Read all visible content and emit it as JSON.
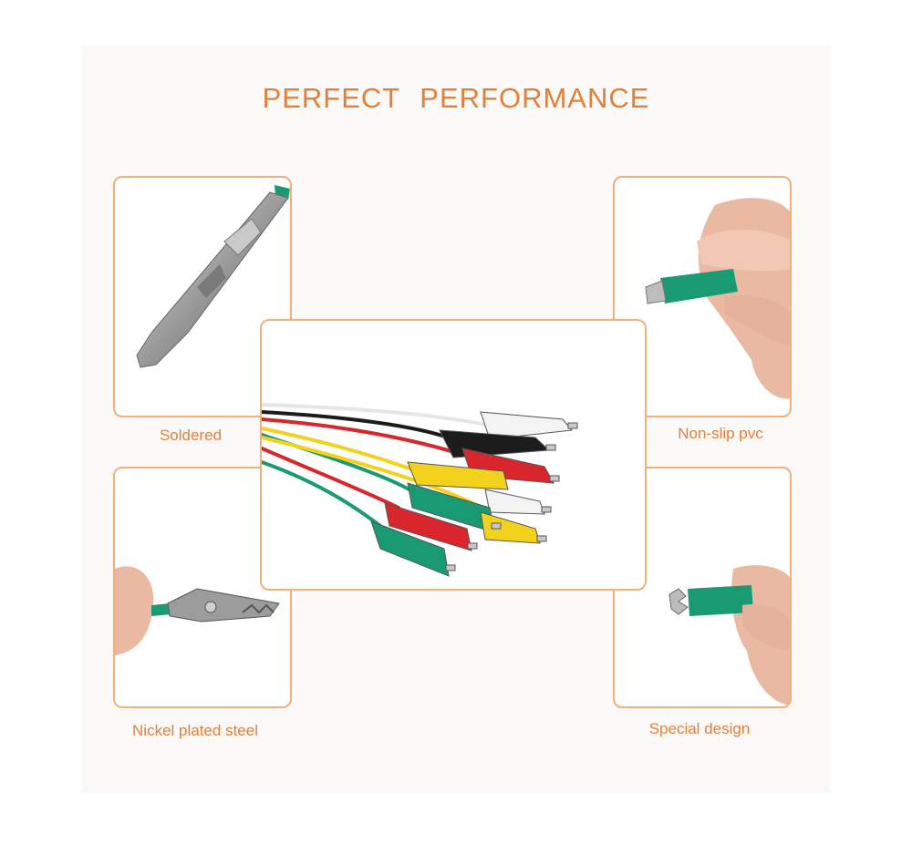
{
  "title": "PERFECT  PERFORMANCE",
  "features": {
    "top_left": {
      "label": "Soldered",
      "image": "soldered-clip-photo"
    },
    "top_right": {
      "label": "Non-slip pvc",
      "image": "hand-holding-green-clip-photo"
    },
    "bottom_left": {
      "label": "Nickel plated steel",
      "image": "hand-holding-steel-clip-photo"
    },
    "bottom_right": {
      "label": "Special design",
      "image": "hand-holding-clip-teeth-photo"
    }
  },
  "center_image": "colored-alligator-clip-leads-photo",
  "colors": {
    "accent": "#e0803a",
    "frame_border": "#f0b079",
    "wire_red": "#d8262c",
    "wire_black": "#1c1c1c",
    "wire_white": "#f2f2f2",
    "wire_yellow": "#f2d21c",
    "wire_green": "#1a9a72"
  }
}
